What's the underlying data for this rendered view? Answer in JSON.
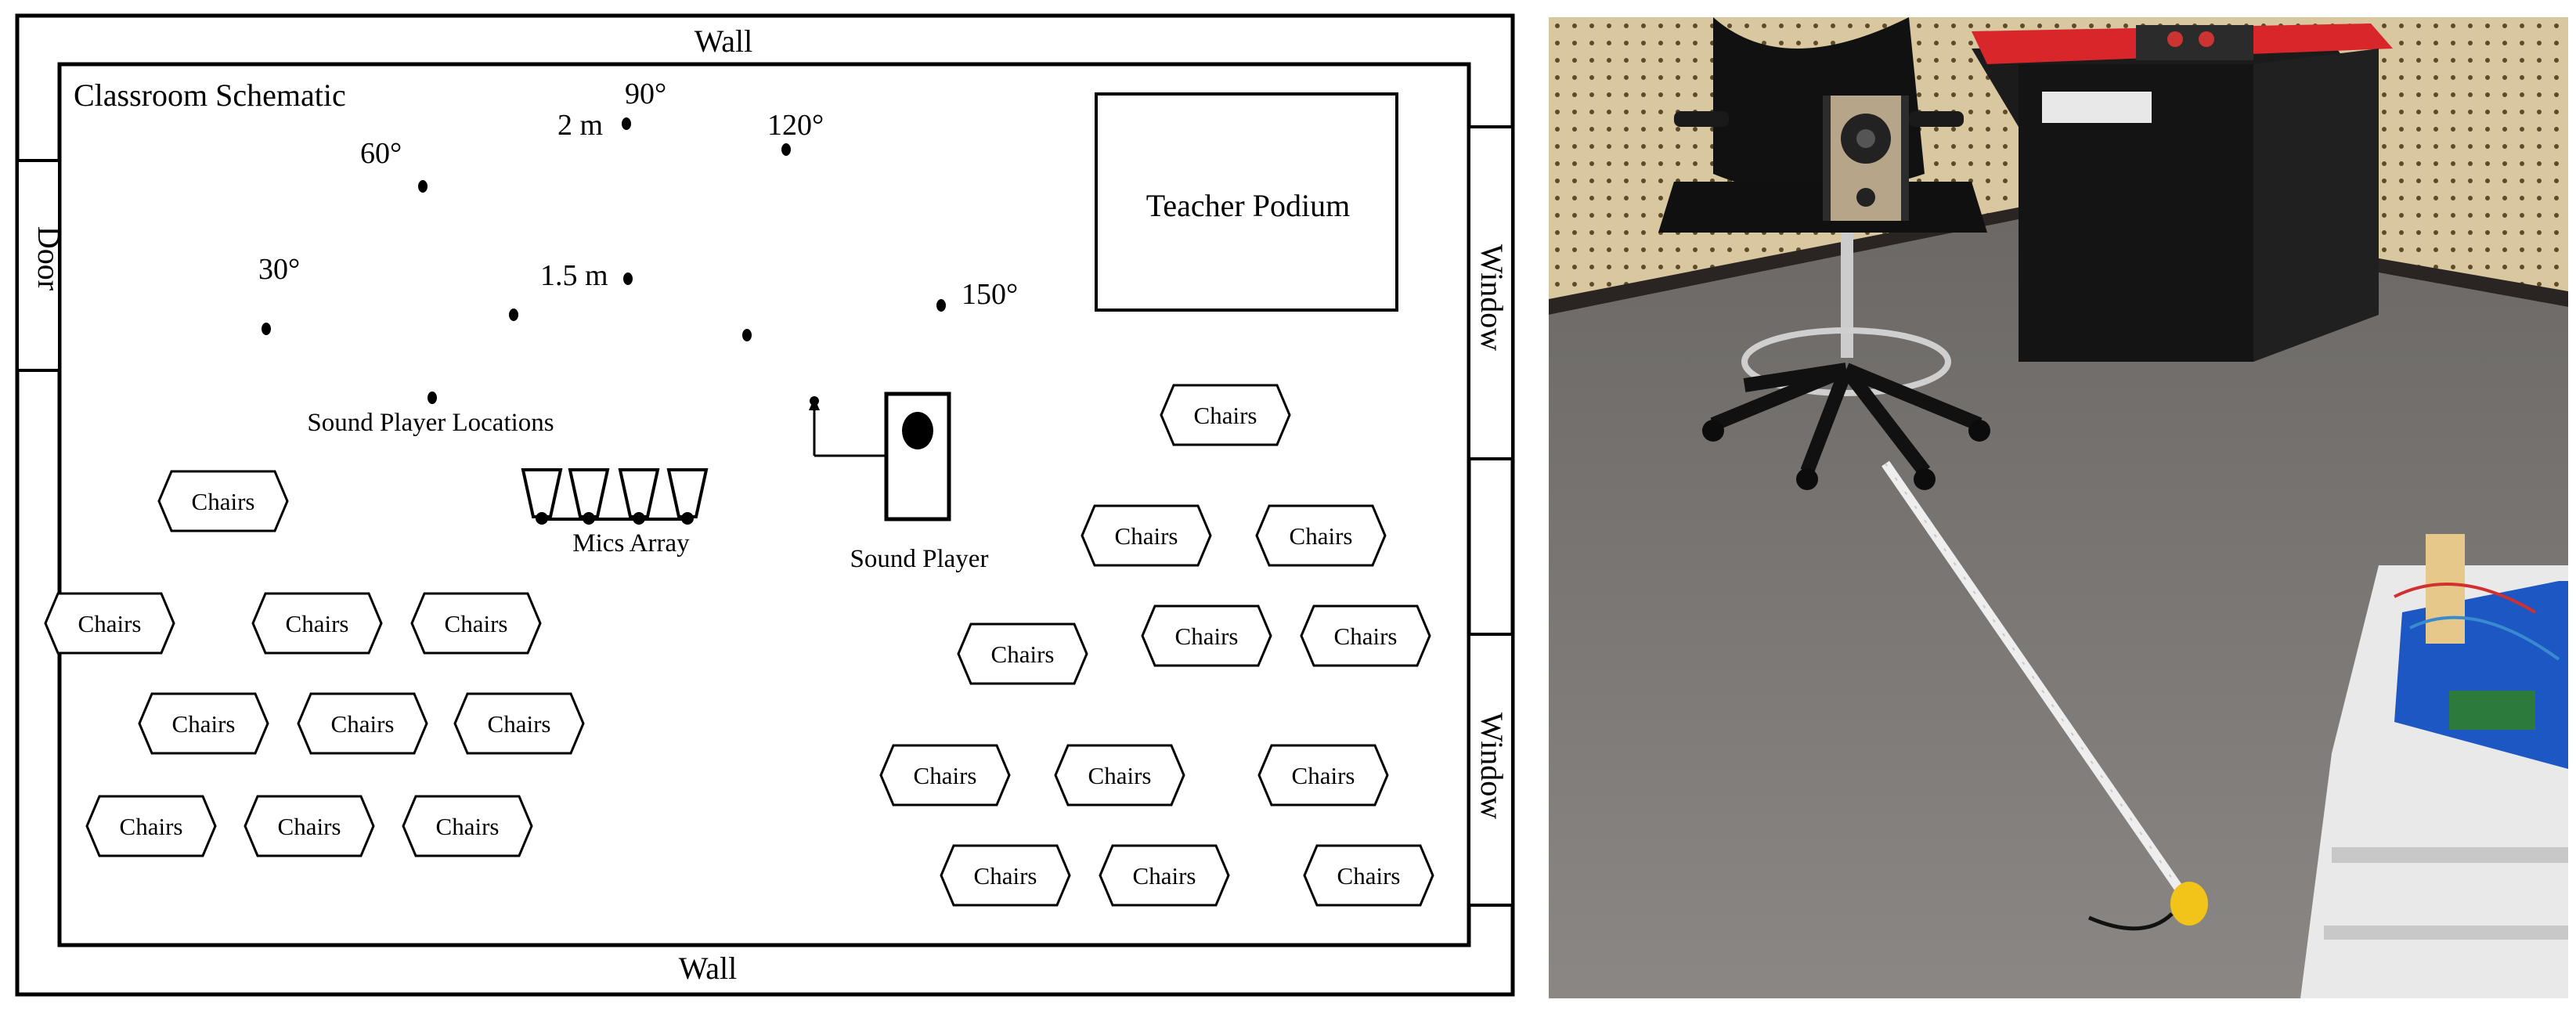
{
  "schematic": {
    "title": "Classroom Schematic",
    "wall_top": "Wall",
    "wall_bottom": "Wall",
    "door": "Door",
    "window_upper": "Window",
    "window_lower": "Window",
    "teacher_podium": "Teacher Podium",
    "sound_player_locations": "Sound Player Locations",
    "mics_array": "Mics Array",
    "sound_player": "Sound Player",
    "angles": [
      "30°",
      "60°",
      "90°",
      "120°",
      "150°"
    ],
    "distances": [
      "1.5 m",
      "2 m"
    ],
    "chair_label": "Chairs",
    "chair_count": 22
  },
  "photo": {
    "content": "photograph of a classroom corner: a loudspeaker placed on an office chair, a tape measure stretched across the floor, a red-topped desk and a robot platform"
  }
}
